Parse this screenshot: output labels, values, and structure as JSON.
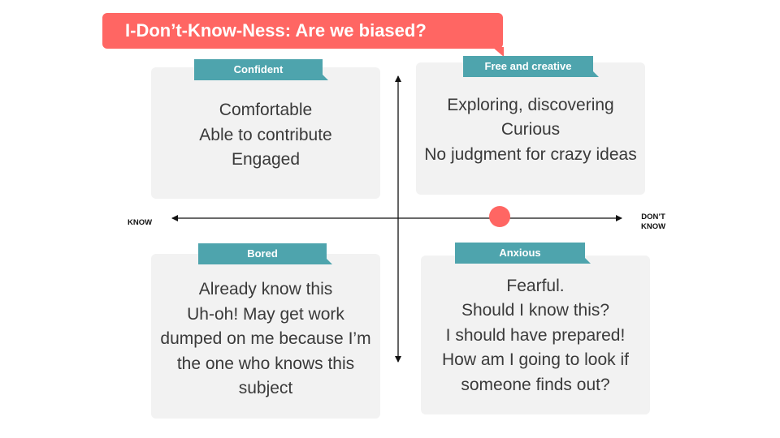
{
  "title": "I-Don’t-Know-Ness: Are we biased?",
  "axis": {
    "left_label": "KNOW",
    "right_label_line1": "DON’T",
    "right_label_line2": "KNOW"
  },
  "quadrants": {
    "top_left": {
      "tag": "Confident",
      "lines": [
        "Comfortable",
        "Able to contribute",
        "Engaged"
      ]
    },
    "top_right": {
      "tag": "Free and creative",
      "lines": [
        "Exploring, discovering",
        "Curious",
        "No judgment for crazy ideas"
      ]
    },
    "bottom_left": {
      "tag": "Bored",
      "lines": [
        "Already know this",
        "Uh-oh! May get work",
        "dumped on me because I’m",
        "the one who knows this",
        "subject"
      ]
    },
    "bottom_right": {
      "tag": "Anxious",
      "lines": [
        "Fearful.",
        "Should I know this?",
        "I should have prepared!",
        "How am I going to look if",
        "someone finds out?"
      ]
    }
  },
  "colors": {
    "title_bg": "#ff6663",
    "tag_bg": "#4ea4ad",
    "card_bg": "#f2f2f2",
    "marker": "#ff6663"
  }
}
